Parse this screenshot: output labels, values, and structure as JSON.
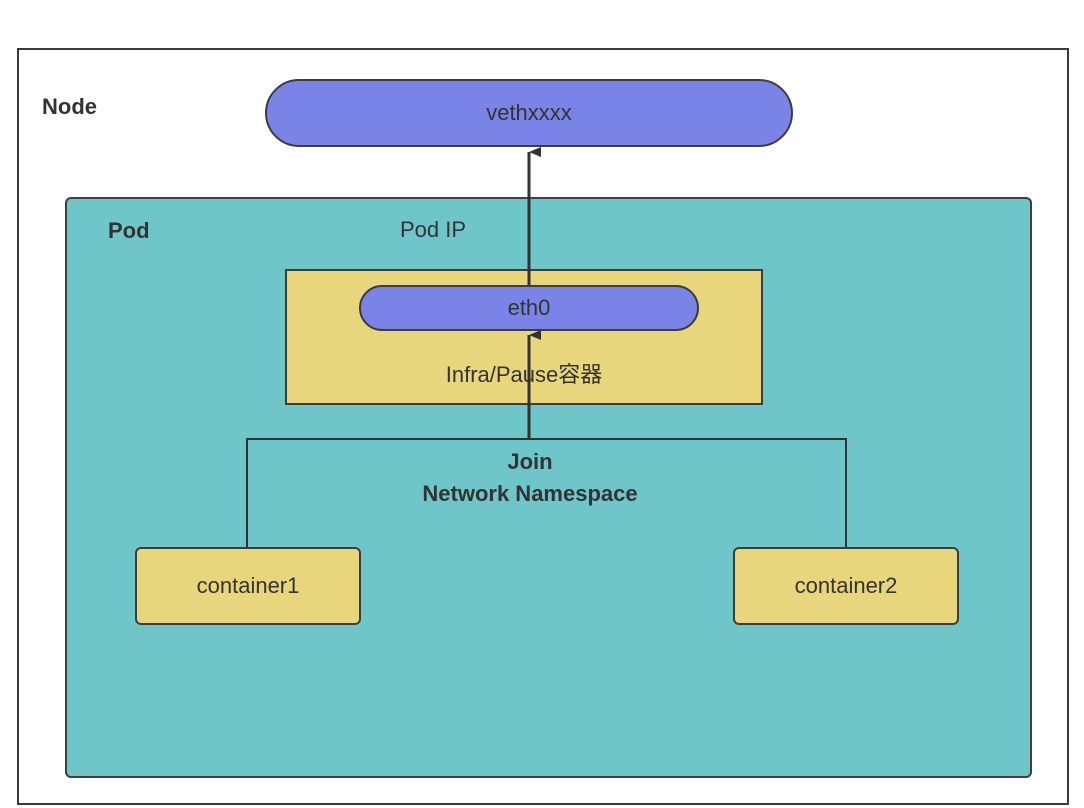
{
  "node": {
    "label": "Node"
  },
  "veth": {
    "label": "vethxxxx"
  },
  "pod": {
    "label": "Pod",
    "ip_label": "Pod IP"
  },
  "infra": {
    "eth_label": "eth0",
    "label": "Infra/Pause容器"
  },
  "join": {
    "line1": "Join",
    "line2": "Network Namespace"
  },
  "containers": [
    {
      "label": "container1"
    },
    {
      "label": "container2"
    }
  ],
  "colors": {
    "node_bg": "#ffffff",
    "pod_bg": "#6fc6c9",
    "box_yellow": "#e8d67d",
    "pill_purple": "#7a83e6",
    "stroke": "#3a3a3a"
  }
}
